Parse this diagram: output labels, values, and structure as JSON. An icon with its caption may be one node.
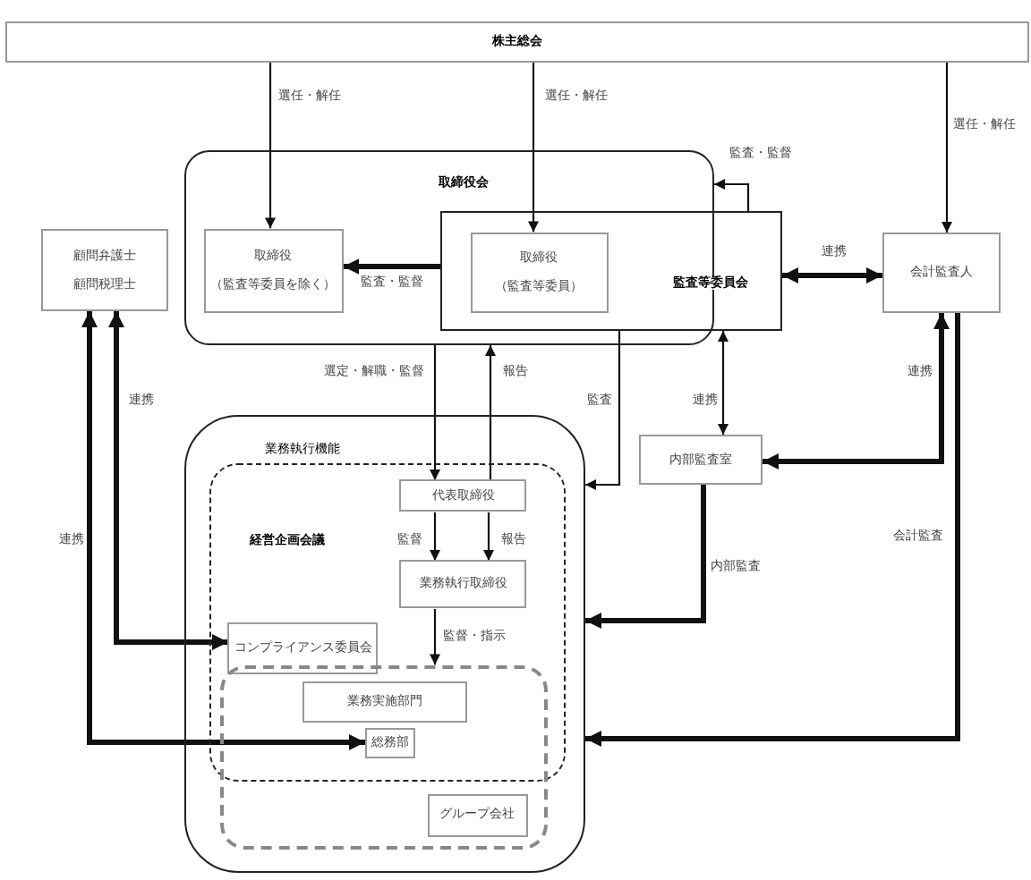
{
  "diagram": {
    "nodes": [
      {
        "text": [
          "株主総会"
        ]
      },
      {
        "text": [
          "取締役会"
        ]
      },
      {
        "text": [
          "取締役",
          "（監査等委員を除く）"
        ],
        "in": 1
      },
      {
        "text": [
          "監査等委員会"
        ]
      },
      {
        "text": [
          "取締役",
          "（監査等委員）"
        ],
        "in": 3
      },
      {
        "text": [
          "顧問弁護士",
          "顧問税理士"
        ]
      },
      {
        "text": [
          "会計監査人"
        ]
      },
      {
        "text": [
          "内部監査室"
        ]
      },
      {
        "text": [
          "業務執行機能"
        ]
      },
      {
        "text": [
          "経営企画会議"
        ],
        "in": 8
      },
      {
        "text": [
          "代表取締役"
        ],
        "in": 9
      },
      {
        "text": [
          "業務執行取締役"
        ],
        "in": 9
      },
      {
        "text": [
          "コンプライアンス委員会"
        ],
        "in": 9
      },
      {
        "text": [],
        "shape": "box",
        "in": 8
      },
      {
        "text": [
          "業務実施部門"
        ]
      },
      {
        "text": [
          "総務部"
        ]
      },
      {
        "text": [
          "グループ会社"
        ],
        "in": 13
      }
    ],
    "edges": [
      {
        "from": 0,
        "to": 2,
        "arrow": "to",
        "label": "選任・解任"
      },
      {
        "from": 0,
        "to": 4,
        "arrow": "to",
        "label": "選任・解任"
      },
      {
        "from": 0,
        "to": 6,
        "arrow": "to",
        "label": "選任・解任"
      },
      {
        "from": 3,
        "to": 1,
        "arrow": "to",
        "label": "監査・監督"
      },
      {
        "from": 3,
        "to": 2,
        "arrow": "to",
        "label": "監査・監督",
        "style": "thick"
      },
      {
        "from": 3,
        "to": 6,
        "arrow": "both",
        "label": "連携",
        "style": "thick"
      },
      {
        "from": 1,
        "to": 10,
        "arrow": "to",
        "label": "選定・解職・監督"
      },
      {
        "from": 10,
        "to": 1,
        "arrow": "to",
        "label": "報告"
      },
      {
        "from": 3,
        "to": 8,
        "arrow": "to",
        "label": "監査"
      },
      {
        "from": 3,
        "to": 7,
        "arrow": "both",
        "label": "連携"
      },
      {
        "from": 6,
        "to": 7,
        "arrow": "both",
        "label": "連携",
        "style": "thick"
      },
      {
        "from": 5,
        "to": 12,
        "arrow": "both",
        "label": "連携",
        "style": "thick"
      },
      {
        "from": 5,
        "to": 15,
        "arrow": "both",
        "label": "連携",
        "style": "thick"
      },
      {
        "from": 10,
        "to": 11,
        "arrow": "to",
        "label": "監督"
      },
      {
        "from": 10,
        "to": 11,
        "arrow": "to",
        "label": "報告"
      },
      {
        "from": 7,
        "to": 8,
        "arrow": "to",
        "label": "内部監査",
        "style": "thick"
      },
      {
        "from": 6,
        "to": 8,
        "arrow": "to",
        "label": "会計監査",
        "style": "thick"
      },
      {
        "from": 11,
        "to": 13,
        "arrow": "to",
        "label": "監督・指示"
      }
    ]
  }
}
